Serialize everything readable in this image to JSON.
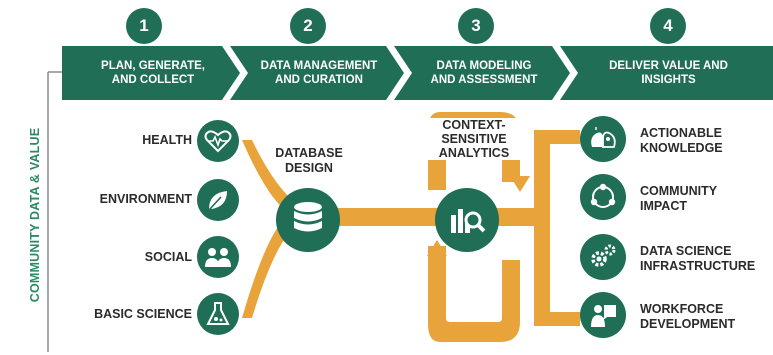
{
  "steps": [
    {
      "number": "1",
      "label": "PLAN, GENERATE,\nAND COLLECT"
    },
    {
      "number": "2",
      "label": "DATA MANAGEMENT\nAND CURATION"
    },
    {
      "number": "3",
      "label": "DATA MODELING\nAND ASSESSMENT"
    },
    {
      "number": "4",
      "label": "DELIVER VALUE AND\nINSIGHTS"
    }
  ],
  "side_label": "COMMUNITY DATA & VALUE",
  "inputs": [
    {
      "label": "HEALTH",
      "icon": "heart-pulse-icon"
    },
    {
      "label": "ENVIRONMENT",
      "icon": "leaf-icon"
    },
    {
      "label": "SOCIAL",
      "icon": "people-icon"
    },
    {
      "label": "BASIC SCIENCE",
      "icon": "flask-icon"
    }
  ],
  "database": {
    "label": "DATABASE\nDESIGN",
    "icon": "database-icon"
  },
  "analytics": {
    "label": "CONTEXT-\nSENSITIVE\nANALYTICS",
    "icon": "chart-magnifier-icon"
  },
  "outputs": [
    {
      "label": "ACTIONABLE\nKNOWLEDGE",
      "icon": "brain-lightbulb-icon"
    },
    {
      "label": "COMMUNITY\nIMPACT",
      "icon": "network-people-icon"
    },
    {
      "label": "DATA SCIENCE\nINFRASTRUCTURE",
      "icon": "gears-icon"
    },
    {
      "label": "WORKFORCE\nDEVELOPMENT",
      "icon": "presenter-icon"
    }
  ],
  "colors": {
    "green": "#1f6e55",
    "light_green": "#2a8a63",
    "orange": "#e8a43a",
    "text": "#2b2b2b"
  }
}
